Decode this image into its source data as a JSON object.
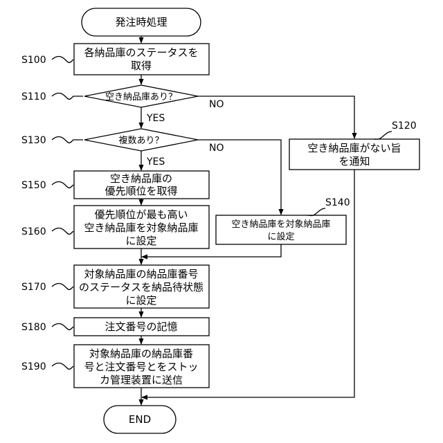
{
  "terminals": {
    "start": "発注時処理",
    "end": "END"
  },
  "steps": {
    "s100": [
      "各納品庫のステータスを",
      "取得"
    ],
    "s110": "空き納品庫あり？",
    "s120": [
      "空き納品庫がない旨",
      "を通知"
    ],
    "s130": "複数あり？",
    "s140": [
      "空き納品庫を対象納品庫",
      "に設定"
    ],
    "s150": [
      "空き納品庫の",
      "優先順位を取得"
    ],
    "s160": [
      "優先順位が最も高い",
      "空き納品庫を対象納品庫",
      "に設定"
    ],
    "s170": [
      "対象納品庫の納品庫番号",
      "のステータスを納品待状態",
      "に設定"
    ],
    "s180": "注文番号の記憶",
    "s190": [
      "対象納品庫の納品庫番",
      "号と注文番号とをストッ",
      "カ管理装置に送信"
    ]
  },
  "refs": {
    "s100": "S100",
    "s110": "S110",
    "s120": "S120",
    "s130": "S130",
    "s140": "S140",
    "s150": "S150",
    "s160": "S160",
    "s170": "S170",
    "s180": "S180",
    "s190": "S190"
  },
  "branches": {
    "yes": "YES",
    "no": "NO"
  }
}
